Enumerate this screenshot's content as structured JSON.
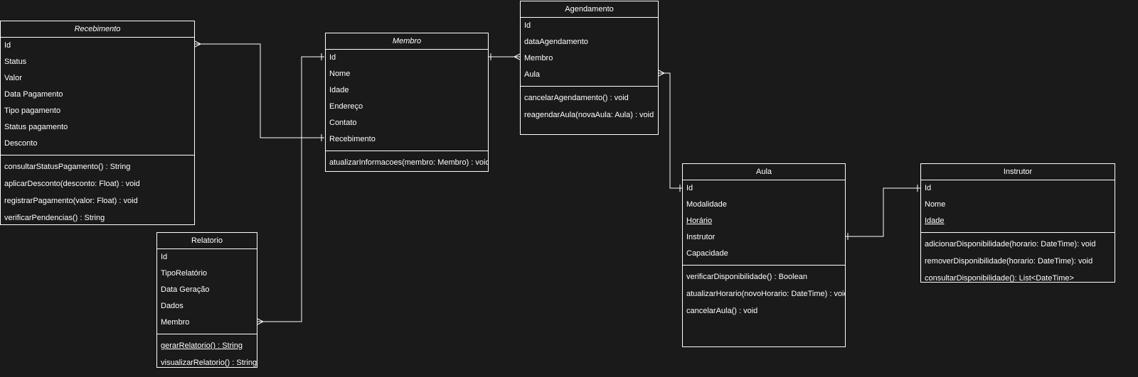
{
  "colors": {
    "background": "#1a1a1a",
    "line": "#ffffff",
    "text": "#ffffff"
  },
  "classes": {
    "recebimento": {
      "name": "Recebimento",
      "attributes": [
        "Id",
        "Status",
        "Valor",
        "Data Pagamento",
        "Tipo pagamento",
        "Status pagamento",
        "Desconto"
      ],
      "methods": [
        "consultarStatusPagamento() : String",
        "aplicarDesconto(desconto: Float) : void",
        "registrarPagamento(valor: Float) : void",
        "verificarPendencias() : String"
      ]
    },
    "membro": {
      "name": "Membro",
      "attributes": [
        "Id",
        "Nome",
        "Idade",
        "Endereço",
        "Contato",
        "Recebimento"
      ],
      "methods": [
        "atualizarInformacoes(membro: Membro) : void"
      ]
    },
    "agendamento": {
      "name": "Agendamento",
      "attributes": [
        "Id",
        "dataAgendamento",
        "Membro",
        "Aula"
      ],
      "methods": [
        "cancelarAgendamento() : void",
        "reagendarAula(novaAula: Aula) : void"
      ]
    },
    "relatorio": {
      "name": "Relatorio",
      "attributes": [
        "Id",
        "TipoRelatório",
        "Data Geração",
        "Dados",
        "Membro"
      ],
      "methods": [
        "gerarRelatorio() : String",
        "visualizarRelatorio() : String"
      ]
    },
    "aula": {
      "name": "Aula",
      "attributes": [
        "Id",
        "Modalidade",
        "Horário",
        "Instrutor",
        "Capacidade"
      ],
      "methods": [
        "verificarDisponibilidade() : Boolean",
        "atualizarHorario(novoHorario: DateTime) : void",
        "cancelarAula() : void"
      ]
    },
    "instrutor": {
      "name": "Instrutor",
      "attributes": [
        "Id",
        "Nome",
        "Idade"
      ],
      "methods": [
        "adicionarDisponibilidade(horario: DateTime): void",
        "removerDisponibilidade(horario: DateTime): void",
        "consultarDisponibilidade(): List<DateTime>"
      ]
    }
  }
}
